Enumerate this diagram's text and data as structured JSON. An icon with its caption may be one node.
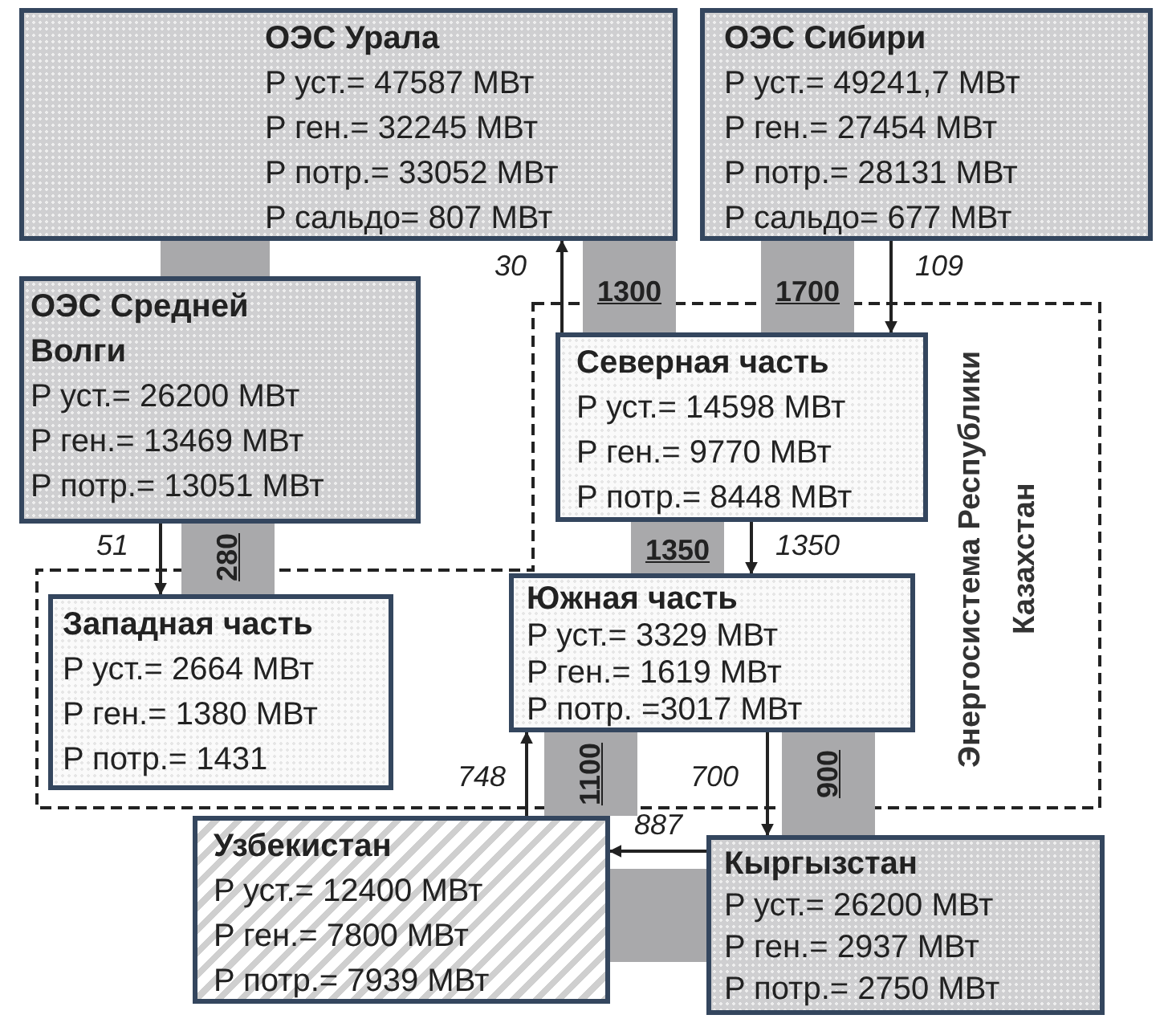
{
  "diagram": {
    "nodes": [
      {
        "text": [
          "ОЭС Урала",
          "P уст.= 47587 МВт",
          "P ген.= 32245 МВт",
          "P потр.= 33052 МВт",
          "P сальдо= 807 МВт"
        ]
      },
      {
        "text": [
          "ОЭС Сибири",
          "P уст.= 49241,7 МВт",
          "P ген.= 27454 МВт",
          "P потр.= 28131 МВт",
          "P сальдо= 677 МВт"
        ]
      },
      {
        "text": [
          "ОЭС Средней Волги",
          "P уст.=  26200 МВт",
          "P ген.= 13469 МВт",
          "P потр.= 13051 МВт"
        ]
      },
      {
        "text": [
          "Энергосистема Республики Казахстан"
        ]
      },
      {
        "text": [
          "Северная часть",
          "P уст.= 14598 МВт",
          "P ген.= 9770 МВт",
          "P потр.= 8448 МВт"
        ],
        "in": 3
      },
      {
        "text": [
          "Западная часть",
          "P уст.= 2664 МВт",
          "P ген.= 1380 МВт",
          "P потр.= 1431"
        ],
        "in": 3
      },
      {
        "text": [
          "Южная часть",
          "P уст.= 3329 МВт",
          "P ген.= 1619 МВт",
          "P потр. =3017 МВт"
        ],
        "in": 3
      },
      {
        "text": [
          "Узбекистан",
          "P уст.= 12400 МВт",
          "P ген.= 7800 МВт",
          "P потр.= 7939 МВт"
        ]
      },
      {
        "text": [
          "Кыргызстан",
          "P уст.= 26200 МВт",
          "P ген.= 2937 МВт",
          "P потр.= 2750 МВт"
        ]
      }
    ],
    "edges": [
      {
        "from": 0,
        "to": 2,
        "arrow": "none"
      },
      {
        "from": 4,
        "to": 0,
        "arrow": "to",
        "label": "30",
        "color": "#222222"
      },
      {
        "from": 0,
        "to": 4,
        "arrow": "none",
        "label": "1300"
      },
      {
        "from": 1,
        "to": 4,
        "arrow": "none",
        "label": "1700"
      },
      {
        "from": 1,
        "to": 4,
        "arrow": "to",
        "label": "109",
        "color": "#222222"
      },
      {
        "from": 2,
        "to": 5,
        "arrow": "to",
        "label": "51",
        "color": "#222222"
      },
      {
        "from": 2,
        "to": 5,
        "arrow": "none",
        "label": "280"
      },
      {
        "from": 4,
        "to": 6,
        "arrow": "none",
        "label": "1350"
      },
      {
        "from": 4,
        "to": 6,
        "arrow": "to",
        "label": "1350",
        "color": "#222222"
      },
      {
        "from": 7,
        "to": 6,
        "arrow": "to",
        "label": "748",
        "color": "#222222"
      },
      {
        "from": 6,
        "to": 7,
        "arrow": "none",
        "label": "1100"
      },
      {
        "from": 6,
        "to": 8,
        "arrow": "to",
        "label": "700",
        "color": "#222222"
      },
      {
        "from": 6,
        "to": 8,
        "arrow": "none",
        "label": "900"
      },
      {
        "from": 8,
        "to": 7,
        "arrow": "to",
        "label": "887",
        "color": "#222222"
      },
      {
        "from": 7,
        "to": 8,
        "arrow": "none"
      }
    ]
  }
}
